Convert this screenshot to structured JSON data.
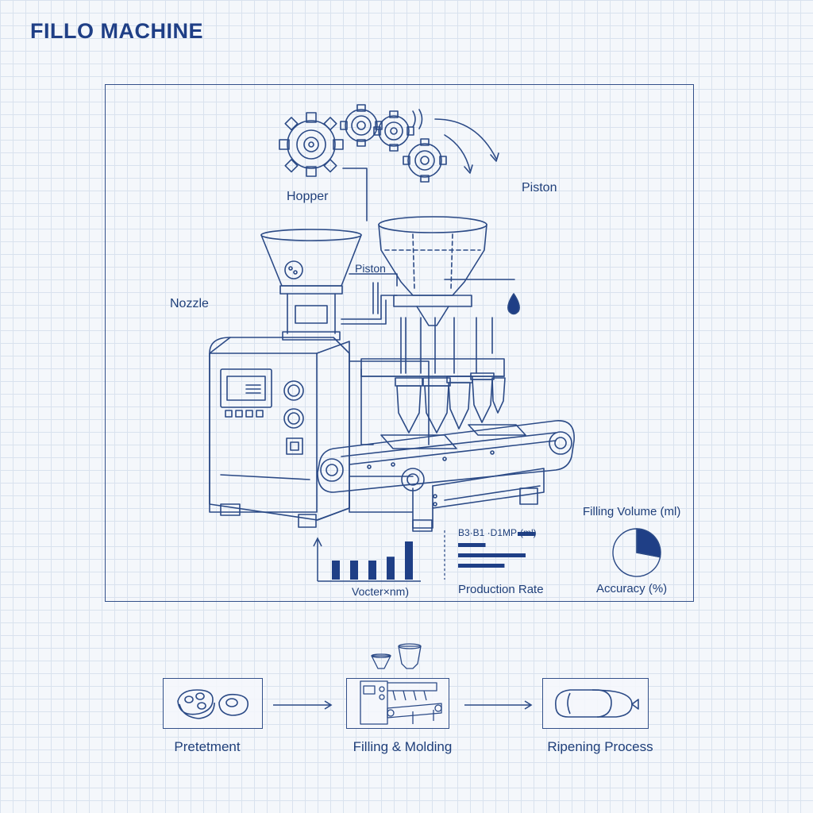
{
  "title": "FILLO MACHINE",
  "labels": {
    "hopper": "Hopper",
    "piston_top": "Piston",
    "piston_mid": "Piston",
    "nozzle": "Nozzle"
  },
  "charts": {
    "bar_xlabel": "Vocter×nm)",
    "hbar_header": "B3·B1  ·D1MP·(ml)",
    "hbar_title": "Production Rate",
    "pie_title": "Filling Volume (ml)",
    "pie_xlabel": "Accuracy (%)"
  },
  "chart_data": [
    {
      "type": "bar",
      "values": [
        5,
        5,
        5,
        6,
        10
      ]
    },
    {
      "type": "bar",
      "orientation": "horizontal",
      "values": [
        10,
        13,
        32,
        22
      ]
    },
    {
      "type": "pie",
      "values": [
        28,
        72
      ]
    }
  ],
  "process": {
    "steps": [
      {
        "label": "Pretetment"
      },
      {
        "label": "Filling & Molding"
      },
      {
        "label": "Ripening Process"
      }
    ]
  },
  "colors": {
    "ink": "#1f3f7a",
    "accent": "#1f3f86",
    "grid": "#d9e2ee"
  }
}
